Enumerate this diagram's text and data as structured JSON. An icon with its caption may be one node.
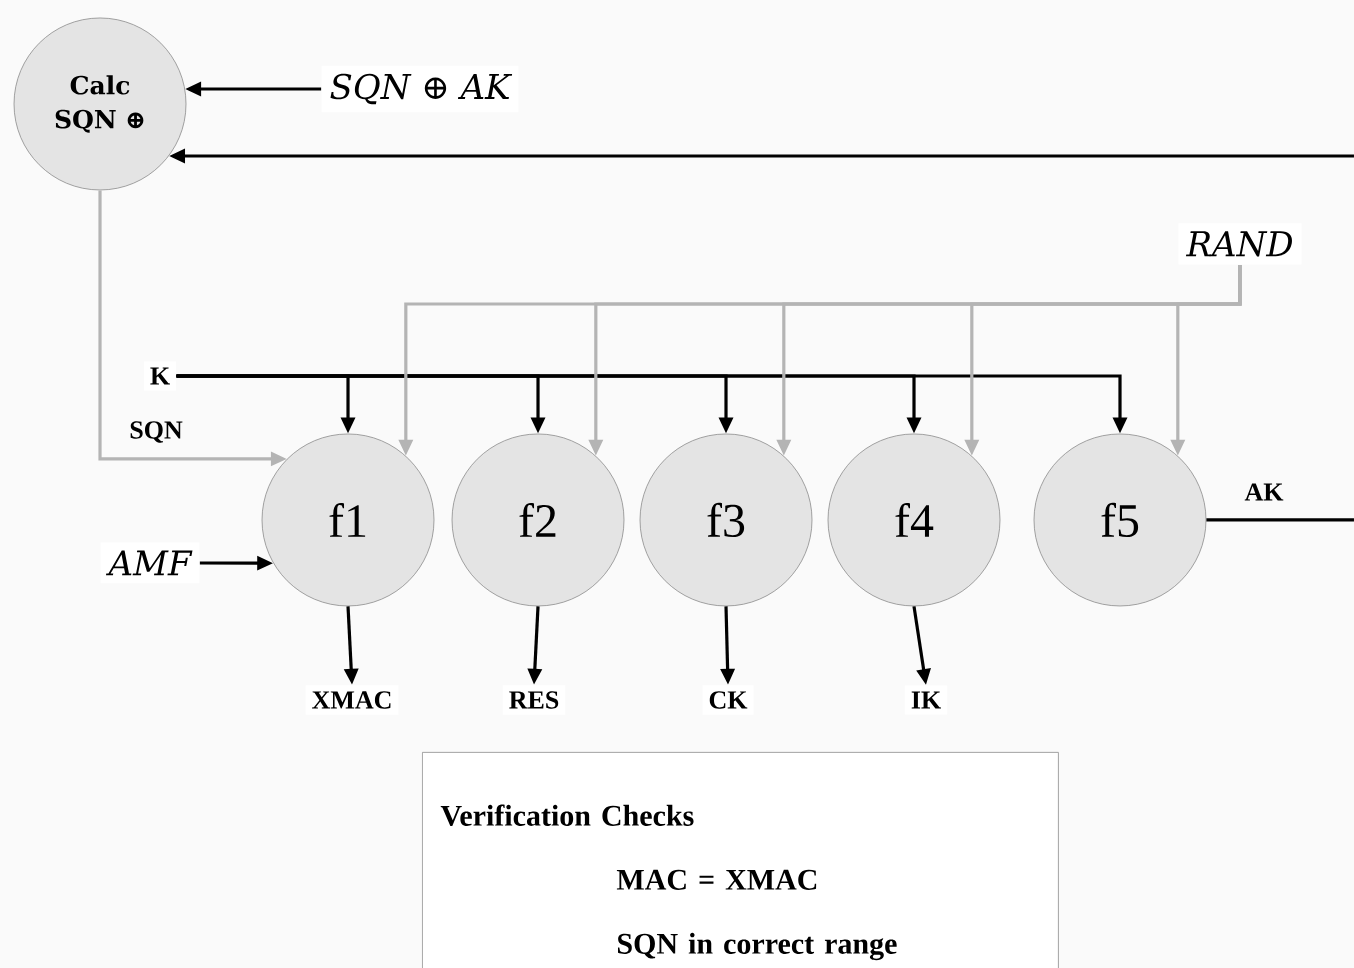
{
  "diagram": {
    "nodes": [
      {
        "text": [
          "Calc SQN ⊕"
        ]
      },
      {
        "text": [
          "SQN ⊕ AK"
        ]
      },
      {
        "text": [
          "RAND"
        ]
      },
      {
        "text": [
          "K"
        ]
      },
      {
        "text": [
          "AMF"
        ]
      },
      {
        "text": [
          "f1"
        ]
      },
      {
        "text": [
          "f2"
        ]
      },
      {
        "text": [
          "f3"
        ]
      },
      {
        "text": [
          "f4"
        ]
      },
      {
        "text": [
          "f5"
        ]
      },
      {
        "text": [
          "XMAC"
        ]
      },
      {
        "text": [
          "RES"
        ]
      },
      {
        "text": [
          "CK"
        ]
      },
      {
        "text": [
          "IK"
        ]
      },
      {
        "text": [
          "Verification Checks",
          "MAC = XMAC",
          "SQN in correct range"
        ]
      }
    ],
    "edges": [
      {
        "from": 1,
        "to": 0,
        "arrow": "to"
      },
      {
        "from": null,
        "to": 0,
        "arrow": "to"
      },
      {
        "from": 0,
        "to": 5,
        "arrow": "to",
        "label": "SQN",
        "color": "#b4b4b4"
      },
      {
        "from": 3,
        "to": 5,
        "arrow": "to"
      },
      {
        "from": 3,
        "to": 6,
        "arrow": "to"
      },
      {
        "from": 3,
        "to": 7,
        "arrow": "to"
      },
      {
        "from": 3,
        "to": 8,
        "arrow": "to"
      },
      {
        "from": 3,
        "to": 9,
        "arrow": "to"
      },
      {
        "from": 2,
        "to": 5,
        "arrow": "to",
        "color": "#b4b4b4"
      },
      {
        "from": 2,
        "to": 6,
        "arrow": "to",
        "color": "#b4b4b4"
      },
      {
        "from": 2,
        "to": 7,
        "arrow": "to",
        "color": "#b4b4b4"
      },
      {
        "from": 2,
        "to": 8,
        "arrow": "to",
        "color": "#b4b4b4"
      },
      {
        "from": 2,
        "to": 9,
        "arrow": "to",
        "color": "#b4b4b4"
      },
      {
        "from": 4,
        "to": 5,
        "arrow": "to"
      },
      {
        "from": 5,
        "to": 10,
        "arrow": "to"
      },
      {
        "from": 6,
        "to": 11,
        "arrow": "to"
      },
      {
        "from": 7,
        "to": 12,
        "arrow": "to"
      },
      {
        "from": 8,
        "to": 13,
        "arrow": "to"
      },
      {
        "from": 9,
        "to": null,
        "arrow": "none",
        "label": "AK"
      }
    ]
  }
}
